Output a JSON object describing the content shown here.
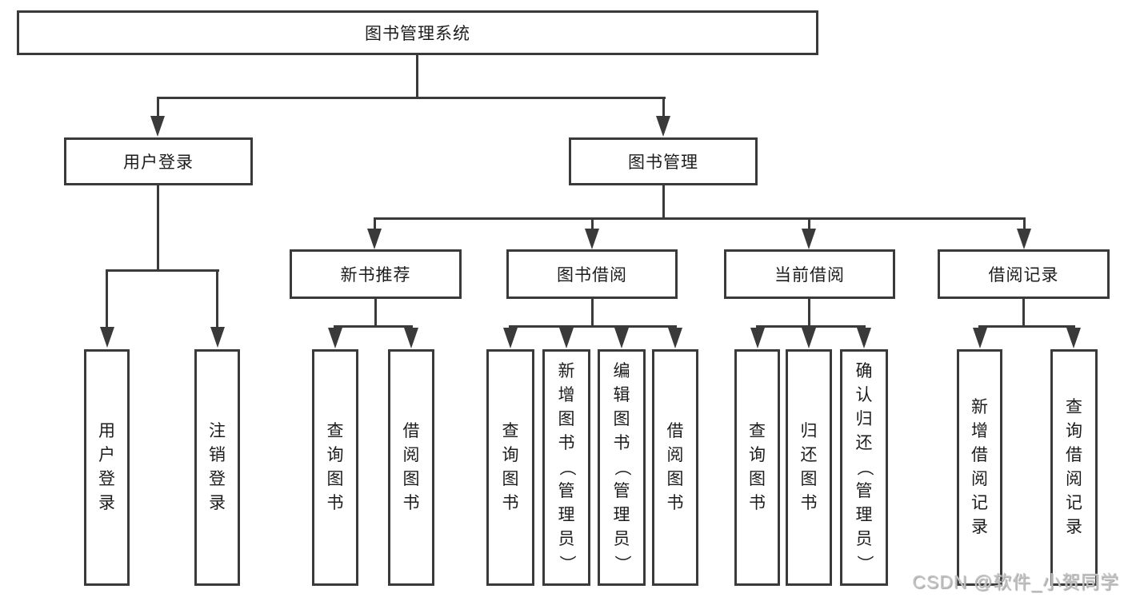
{
  "tree": {
    "label": "图书管理系统",
    "children": [
      {
        "label": "用户登录",
        "children": [
          {
            "label": "用户登录"
          },
          {
            "label": "注销登录"
          }
        ]
      },
      {
        "label": "图书管理",
        "children": [
          {
            "label": "新书推荐",
            "children": [
              {
                "label": "查询图书"
              },
              {
                "label": "借阅图书"
              }
            ]
          },
          {
            "label": "图书借阅",
            "children": [
              {
                "label": "查询图书"
              },
              {
                "label": "新增图书（管理员）"
              },
              {
                "label": "编辑图书（管理员）"
              },
              {
                "label": "借阅图书"
              }
            ]
          },
          {
            "label": "当前借阅",
            "children": [
              {
                "label": "查询图书"
              },
              {
                "label": "归还图书"
              },
              {
                "label": "确认归还（管理员）"
              }
            ]
          },
          {
            "label": "借阅记录",
            "children": [
              {
                "label": "新增借阅记录"
              },
              {
                "label": "查询借阅记录"
              }
            ]
          }
        ]
      }
    ]
  },
  "watermark": {
    "text": "CSDN @软件_小贺同学"
  },
  "colors": {
    "line": "#3a3a3a",
    "box_border": "#3a3a3a",
    "text": "#1c1c1c",
    "watermark": "#c3c3c3",
    "background": "#ffffff"
  }
}
